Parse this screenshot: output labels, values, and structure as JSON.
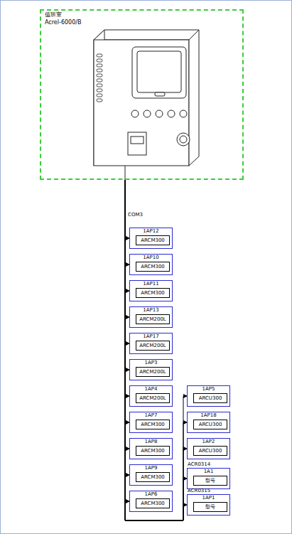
{
  "diagram": {
    "nodes": [
      {
        "text": [
          "值班室",
          "Acrel-6000/B"
        ]
      },
      {
        "text": [
          "1AP12",
          "ARCM300"
        ]
      },
      {
        "text": [
          "1AP10",
          "ARCM300"
        ]
      },
      {
        "text": [
          "1AP11",
          "ARCM300"
        ]
      },
      {
        "text": [
          "1AP13",
          "ARCM200L"
        ]
      },
      {
        "text": [
          "1AP17",
          "ARCM200L"
        ]
      },
      {
        "text": [
          "1AP3",
          "ARCM200L"
        ]
      },
      {
        "text": [
          "1AP4",
          "ARCM200L"
        ]
      },
      {
        "text": [
          "1AP7",
          "ARCM300"
        ]
      },
      {
        "text": [
          "1AP8",
          "ARCM300"
        ]
      },
      {
        "text": [
          "1AP9",
          "ARCM300"
        ]
      },
      {
        "text": [
          "1AP6",
          "ARCM300"
        ]
      },
      {
        "text": [
          "1AP5",
          "ARCU300"
        ]
      },
      {
        "text": [
          "1AP18",
          "ARCU300"
        ]
      },
      {
        "text": [
          "1AP2",
          "ARCU300"
        ]
      },
      {
        "text": [
          "ACR0314",
          "1A1",
          "型号"
        ]
      },
      {
        "text": [
          "ACR0315",
          "1AP1",
          "型号"
        ]
      }
    ],
    "edges": [
      {
        "from": 0,
        "to": 1,
        "arrow": "to"
      },
      {
        "from": 0,
        "to": 2,
        "arrow": "to"
      },
      {
        "from": 0,
        "to": 3,
        "arrow": "to"
      },
      {
        "from": 0,
        "to": 4,
        "arrow": "to"
      },
      {
        "from": 0,
        "to": 5,
        "arrow": "to"
      },
      {
        "from": 0,
        "to": 6,
        "arrow": "to"
      },
      {
        "from": 0,
        "to": 7,
        "arrow": "to"
      },
      {
        "from": 0,
        "to": 8,
        "arrow": "to"
      },
      {
        "from": 0,
        "to": 9,
        "arrow": "to"
      },
      {
        "from": 0,
        "to": 10,
        "arrow": "to"
      },
      {
        "from": 0,
        "to": 11,
        "arrow": "to"
      },
      {
        "from": 0,
        "to": 12,
        "arrow": "to"
      },
      {
        "from": 0,
        "to": 13,
        "arrow": "to"
      },
      {
        "from": 0,
        "to": 14,
        "arrow": "to"
      },
      {
        "from": 0,
        "to": 15,
        "arrow": "to"
      },
      {
        "from": 0,
        "to": 16,
        "arrow": "to"
      }
    ],
    "labels": [
      "COM3"
    ]
  }
}
